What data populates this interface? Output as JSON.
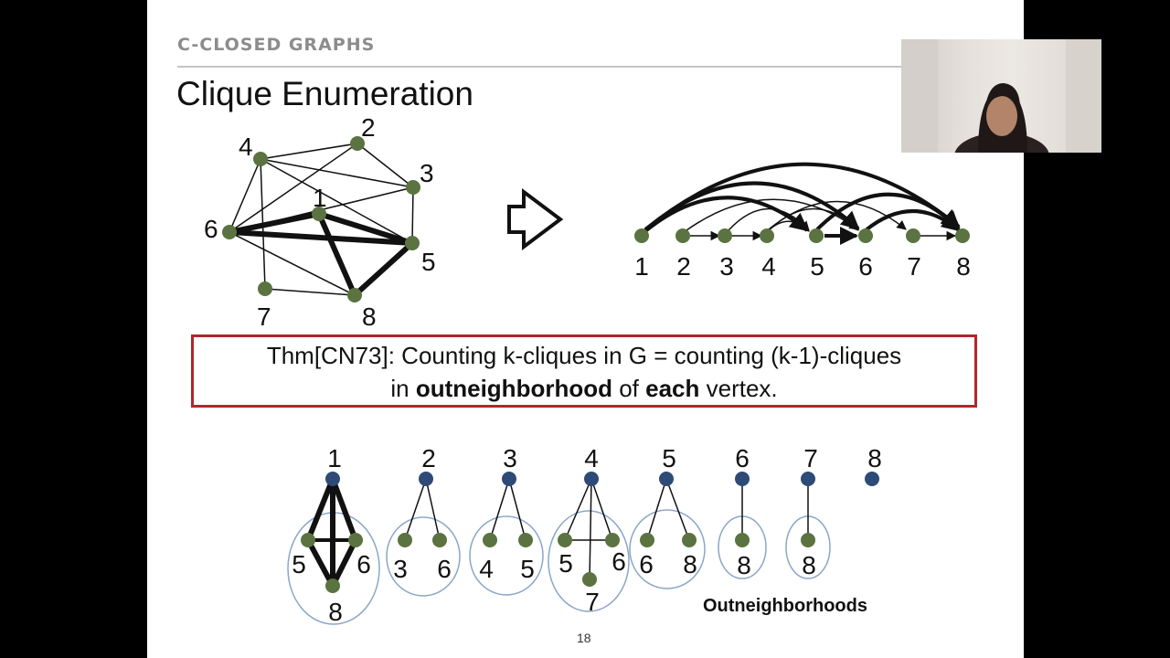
{
  "slide": {
    "section": "C-CLOSED GRAPHS",
    "title": "Clique Enumeration",
    "page_number": "18"
  },
  "theorem": {
    "line1": "Thm[CN73]: Counting k-cliques in G = counting (k-1)-cliques",
    "line2_pre": "in ",
    "line2_bold1": "outneighborhood",
    "line2_mid": " of ",
    "line2_bold2": "each",
    "line2_post": " vertex."
  },
  "outneighborhoods_label": "Outneighborhoods",
  "colors": {
    "node_green": "#5a7340",
    "node_blue": "#2e4a77",
    "ellipse": "#8aa6c8",
    "theorem_border": "#b3262a"
  },
  "graph": {
    "node_labels": [
      "1",
      "2",
      "3",
      "4",
      "5",
      "6",
      "7",
      "8"
    ]
  },
  "ordering": {
    "labels": [
      "1",
      "2",
      "3",
      "4",
      "5",
      "6",
      "7",
      "8"
    ]
  },
  "outneighborhoods": [
    {
      "root": "1",
      "members": [
        "5",
        "6",
        "8"
      ]
    },
    {
      "root": "2",
      "members": [
        "3",
        "6"
      ]
    },
    {
      "root": "3",
      "members": [
        "4",
        "5"
      ]
    },
    {
      "root": "4",
      "members": [
        "5",
        "6",
        "7"
      ]
    },
    {
      "root": "5",
      "members": [
        "6",
        "8"
      ]
    },
    {
      "root": "6",
      "members": [
        "8"
      ]
    },
    {
      "root": "7",
      "members": [
        "8"
      ]
    },
    {
      "root": "8",
      "members": []
    }
  ],
  "icons": {
    "arrow": "hollow-right-arrow-icon",
    "webcam": "presenter-video-thumbnail"
  }
}
